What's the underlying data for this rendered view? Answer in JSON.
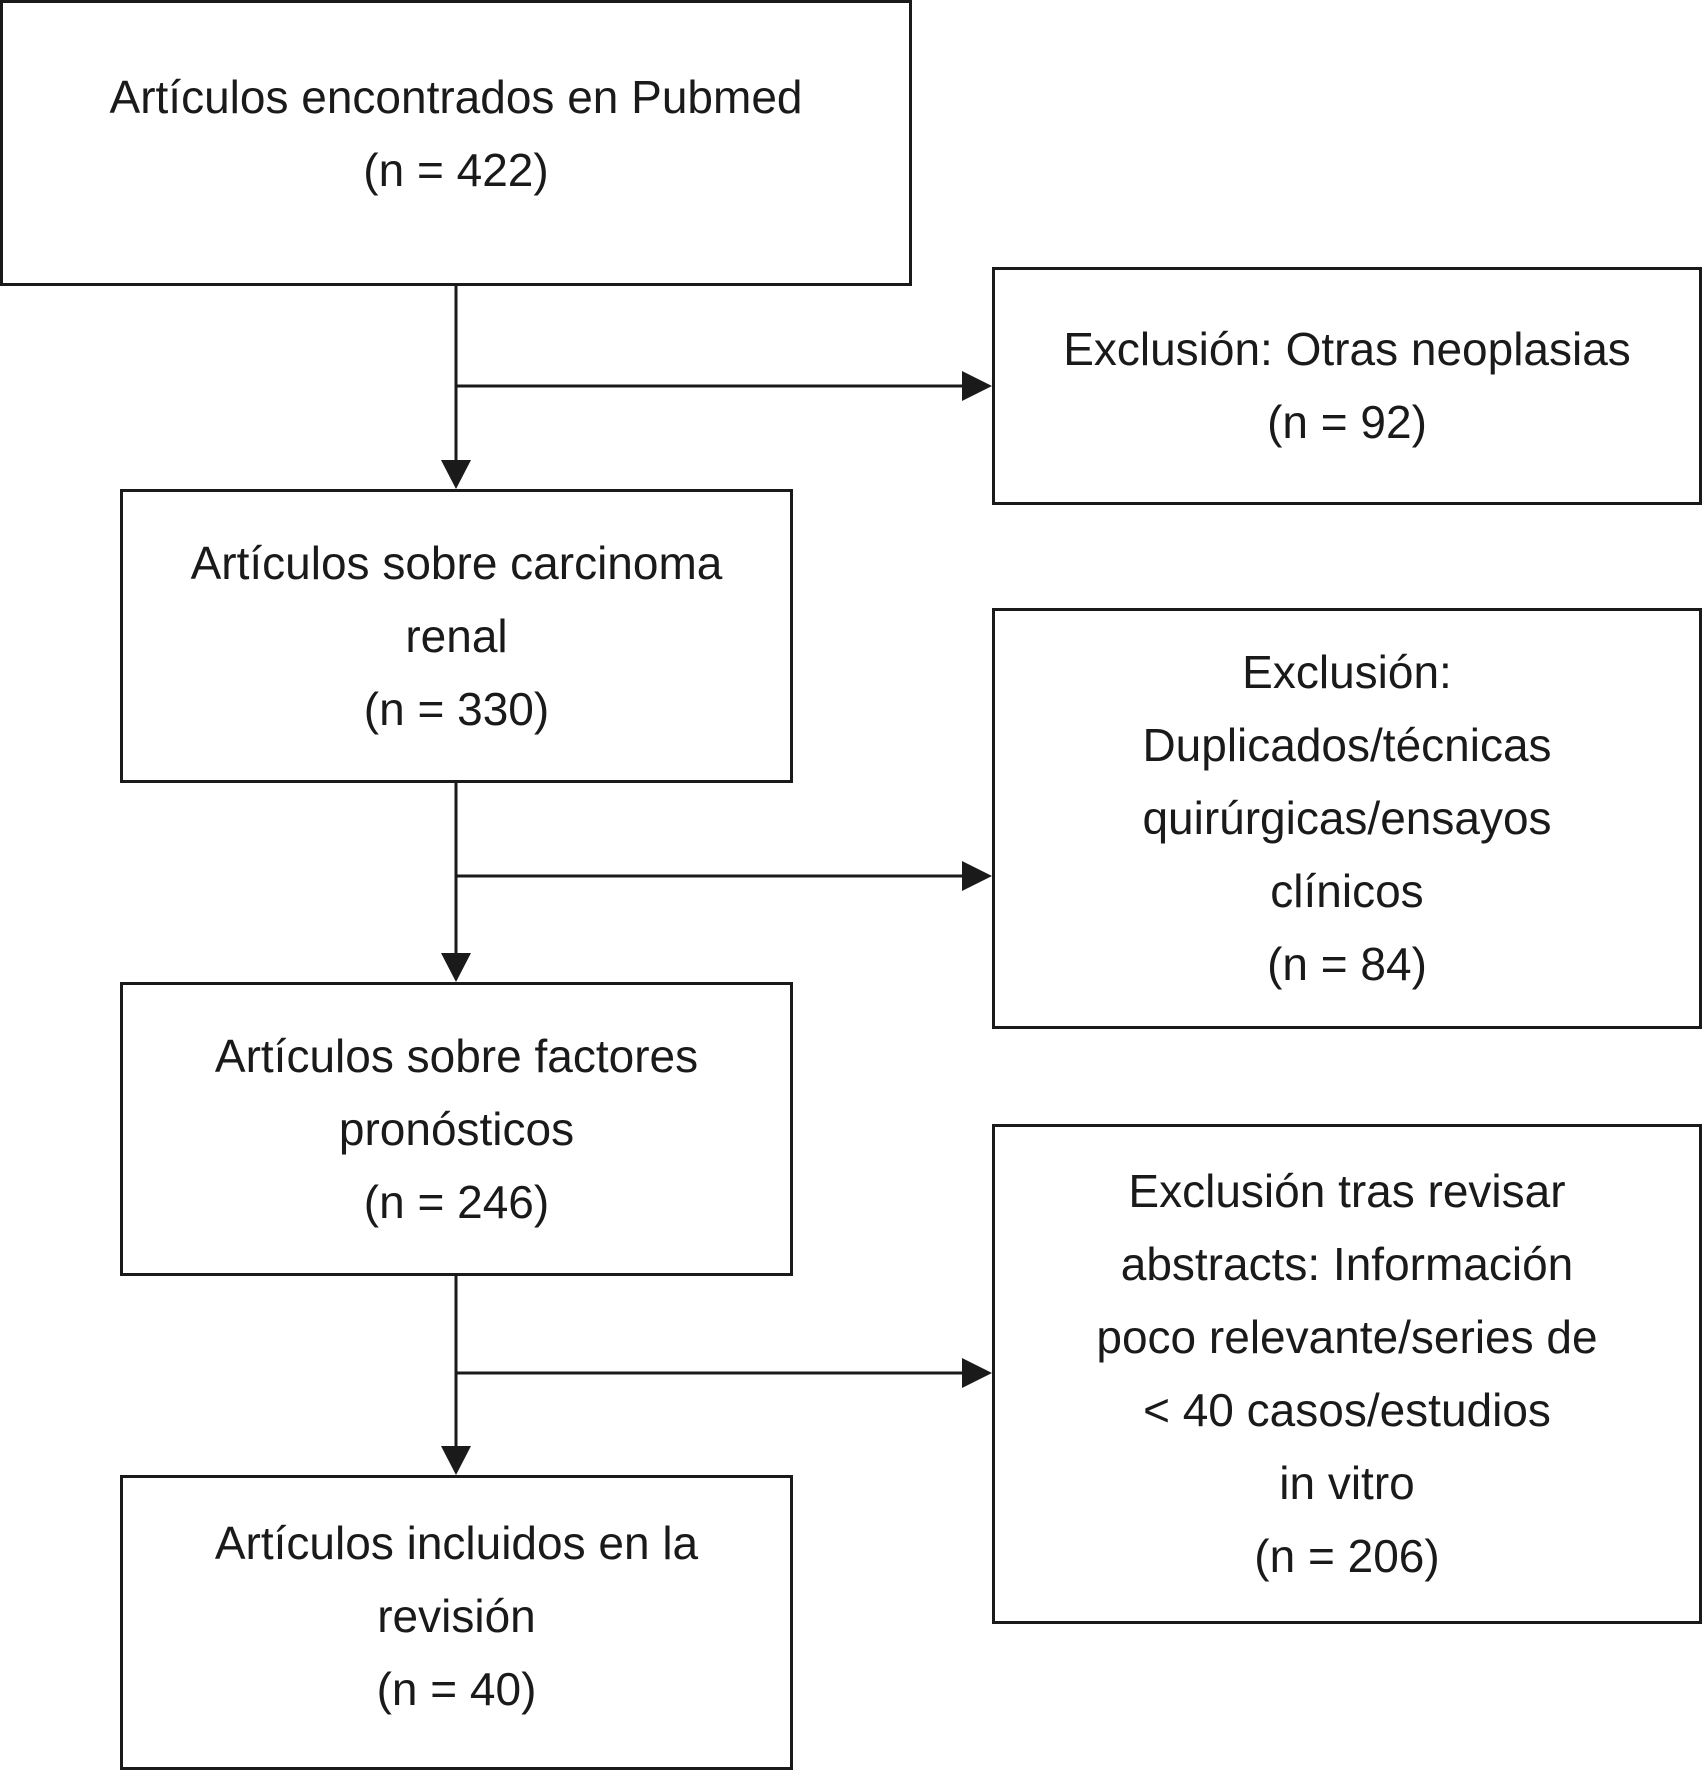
{
  "diagram": {
    "main_boxes": [
      {
        "lines": [
          "Artículos encontrados en Pubmed",
          "(n = 422)"
        ]
      },
      {
        "lines": [
          "Artículos sobre carcinoma",
          "renal",
          "(n = 330)"
        ]
      },
      {
        "lines": [
          "Artículos sobre factores",
          "pronósticos",
          "(n = 246)"
        ]
      },
      {
        "lines": [
          "Artículos incluidos en la",
          "revisión",
          "(n = 40)"
        ]
      }
    ],
    "exclusion_boxes": [
      {
        "lines": [
          "Exclusión: Otras neoplasias",
          "(n = 92)"
        ]
      },
      {
        "lines": [
          "Exclusión:",
          "Duplicados/técnicas",
          "quirúrgicas/ensayos",
          "clínicos",
          "(n = 84)"
        ]
      },
      {
        "lines": [
          "Exclusión tras revisar",
          "abstracts: Información",
          "poco relevante/series de",
          "< 40 casos/estudios",
          "in vitro",
          "(n = 206)"
        ]
      }
    ]
  }
}
